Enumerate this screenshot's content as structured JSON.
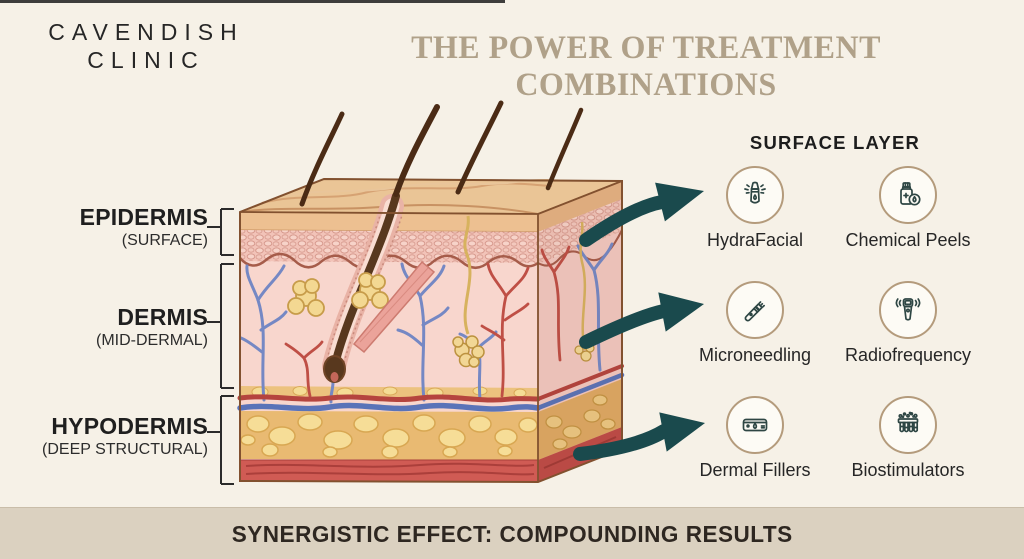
{
  "brand": {
    "line1": "CAVENDISH",
    "line2": "CLINIC"
  },
  "title": "THE POWER OF TREATMENT COMBINATIONS",
  "skin_layers": [
    {
      "name": "EPIDERMIS",
      "descriptor": "(SURFACE)"
    },
    {
      "name": "DERMIS",
      "descriptor": "(MID-DERMAL)"
    },
    {
      "name": "HYPODERMIS",
      "descriptor": "(DEEP STRUCTURAL)"
    }
  ],
  "treatment_panel": {
    "heading": "SURFACE LAYER",
    "rows": [
      {
        "items": [
          {
            "label": "HydraFacial",
            "icon": "hydrafacial-icon"
          },
          {
            "label": "Chemical Peels",
            "icon": "chemical-peels-icon"
          }
        ]
      },
      {
        "items": [
          {
            "label": "Microneedling",
            "icon": "microneedling-icon"
          },
          {
            "label": "Radiofrequency",
            "icon": "radiofrequency-icon"
          }
        ]
      },
      {
        "items": [
          {
            "label": "Dermal Fillers",
            "icon": "dermal-fillers-icon"
          },
          {
            "label": "Biostimulators",
            "icon": "biostimulators-icon"
          }
        ]
      }
    ]
  },
  "footer": {
    "text": "SYNERGISTIC EFFECT: COMPOUNDING RESULTS"
  },
  "colors": {
    "background": "#f6f1e7",
    "title": "#b0a189",
    "arrow": "#1a4a4d",
    "icon_ring": "#b49b7c",
    "footer_bg": "#dbd1c0"
  }
}
